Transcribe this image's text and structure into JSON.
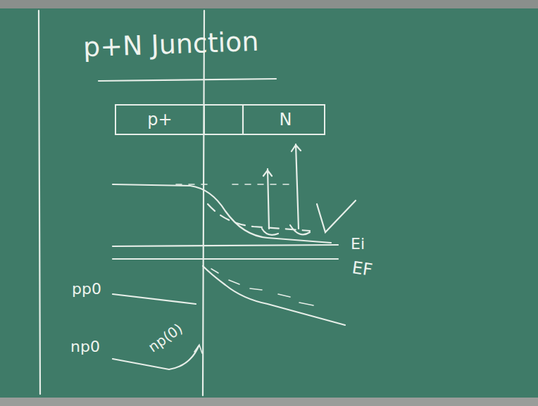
{
  "diagram": {
    "title": "p+N Junction",
    "nodes": [
      {
        "text": [
          "p+"
        ]
      },
      {
        "text": [
          "N"
        ]
      }
    ],
    "labels": [
      "Ei",
      "EF",
      "pp0",
      "np0",
      "np(0)"
    ]
  }
}
